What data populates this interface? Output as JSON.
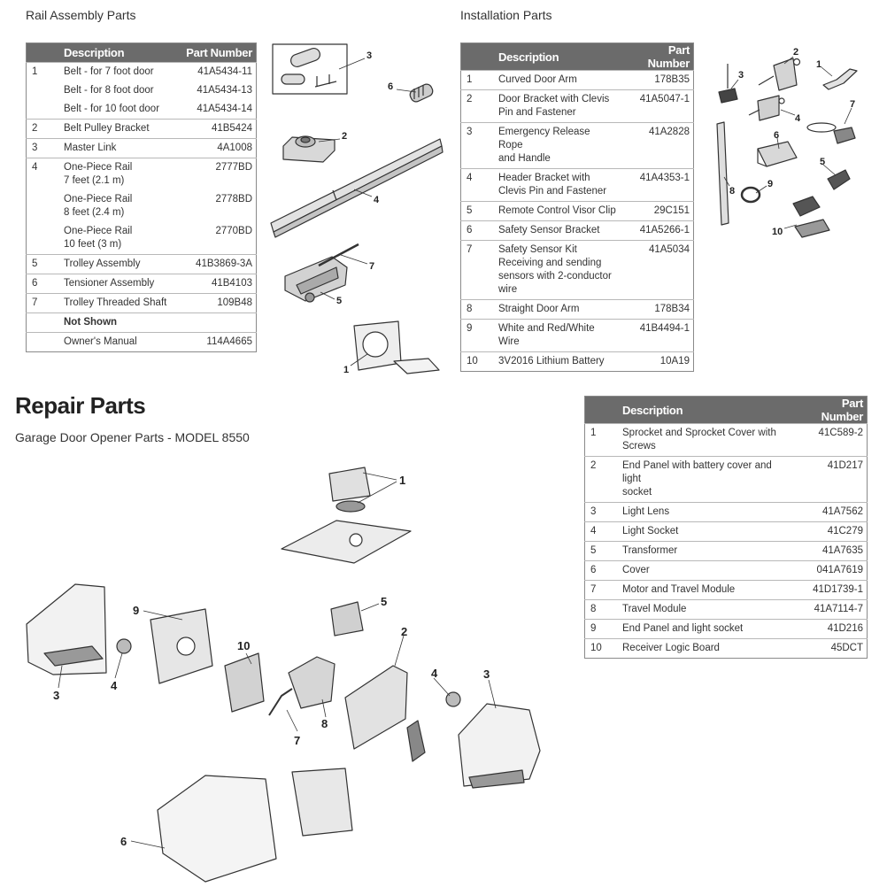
{
  "rail": {
    "title": "Rail Assembly Parts",
    "header": {
      "description": "Description",
      "part_number": "Part Number"
    },
    "rows": [
      {
        "num": "1",
        "desc": "Belt - for 7 foot door",
        "pn": "41A5434-11"
      },
      {
        "num": "",
        "desc": "Belt - for 8 foot door",
        "pn": "41A5434-13",
        "cont": true
      },
      {
        "num": "",
        "desc": "Belt - for 10 foot door",
        "pn": "41A5434-14",
        "cont": true
      },
      {
        "num": "2",
        "desc": "Belt Pulley Bracket",
        "pn": "41B5424"
      },
      {
        "num": "3",
        "desc": "Master Link",
        "pn": "4A1008"
      },
      {
        "num": "4",
        "desc": "One-Piece Rail\n7 feet (2.1 m)",
        "pn": "2777BD"
      },
      {
        "num": "",
        "desc": "One-Piece Rail\n8 feet (2.4 m)",
        "pn": "2778BD",
        "cont": true
      },
      {
        "num": "",
        "desc": "One-Piece Rail\n10 feet (3 m)",
        "pn": "2770BD",
        "cont": true
      },
      {
        "num": "5",
        "desc": "Trolley Assembly",
        "pn": "41B3869-3A"
      },
      {
        "num": "6",
        "desc": "Tensioner Assembly",
        "pn": "41B4103"
      },
      {
        "num": "7",
        "desc": "Trolley Threaded Shaft",
        "pn": "109B48"
      },
      {
        "num": "",
        "desc": "Not Shown",
        "pn": "",
        "bold": true
      },
      {
        "num": "",
        "desc": "Owner's Manual",
        "pn": "114A4665"
      }
    ]
  },
  "install": {
    "title": "Installation Parts",
    "header": {
      "description": "Description",
      "part_number": "Part Number"
    },
    "rows": [
      {
        "num": "1",
        "desc": "Curved Door Arm",
        "pn": "178B35"
      },
      {
        "num": "2",
        "desc": "Door Bracket with Clevis\nPin and Fastener",
        "pn": "41A5047-1"
      },
      {
        "num": "3",
        "desc": "Emergency Release Rope\nand Handle",
        "pn": "41A2828"
      },
      {
        "num": "4",
        "desc": "Header Bracket with\nClevis Pin and Fastener",
        "pn": "41A4353-1"
      },
      {
        "num": "5",
        "desc": "Remote Control Visor Clip",
        "pn": "29C151"
      },
      {
        "num": "6",
        "desc": "Safety Sensor Bracket",
        "pn": "41A5266-1"
      },
      {
        "num": "7",
        "desc": "Safety Sensor Kit\nReceiving and sending\nsensors with 2-conductor\nwire",
        "pn": "41A5034"
      },
      {
        "num": "8",
        "desc": "Straight Door Arm",
        "pn": "178B34"
      },
      {
        "num": "9",
        "desc": "White and Red/White Wire",
        "pn": "41B4494-1"
      },
      {
        "num": "10",
        "desc": "3V2016 Lithium Battery",
        "pn": "10A19"
      }
    ]
  },
  "repair": {
    "title": "Repair Parts",
    "subtitle": "Garage Door Opener Parts - MODEL 8550",
    "header": {
      "description": "Description",
      "part_number": "Part Number"
    },
    "rows": [
      {
        "num": "1",
        "desc": "Sprocket and Sprocket Cover with\nScrews",
        "pn": "41C589-2"
      },
      {
        "num": "2",
        "desc": "End Panel with battery cover and light\nsocket",
        "pn": "41D217"
      },
      {
        "num": "3",
        "desc": "Light Lens",
        "pn": "41A7562"
      },
      {
        "num": "4",
        "desc": "Light Socket",
        "pn": "41C279"
      },
      {
        "num": "5",
        "desc": "Transformer",
        "pn": "41A7635"
      },
      {
        "num": "6",
        "desc": "Cover",
        "pn": "041A7619"
      },
      {
        "num": "7",
        "desc": "Motor and Travel Module",
        "pn": "41D1739-1"
      },
      {
        "num": "8",
        "desc": "Travel Module",
        "pn": "41A7114-7"
      },
      {
        "num": "9",
        "desc": "End Panel and light socket",
        "pn": "41D216"
      },
      {
        "num": "10",
        "desc": "Receiver Logic Board",
        "pn": "45DCT"
      }
    ]
  },
  "callouts": {
    "rail": [
      "3",
      "6",
      "2",
      "4",
      "7",
      "5",
      "1"
    ],
    "install": [
      "3",
      "2",
      "1",
      "4",
      "7",
      "6",
      "5",
      "8",
      "9",
      "10"
    ],
    "repair": [
      "1",
      "5",
      "9",
      "10",
      "2",
      "4",
      "3",
      "3",
      "4",
      "7",
      "8",
      "6"
    ]
  }
}
